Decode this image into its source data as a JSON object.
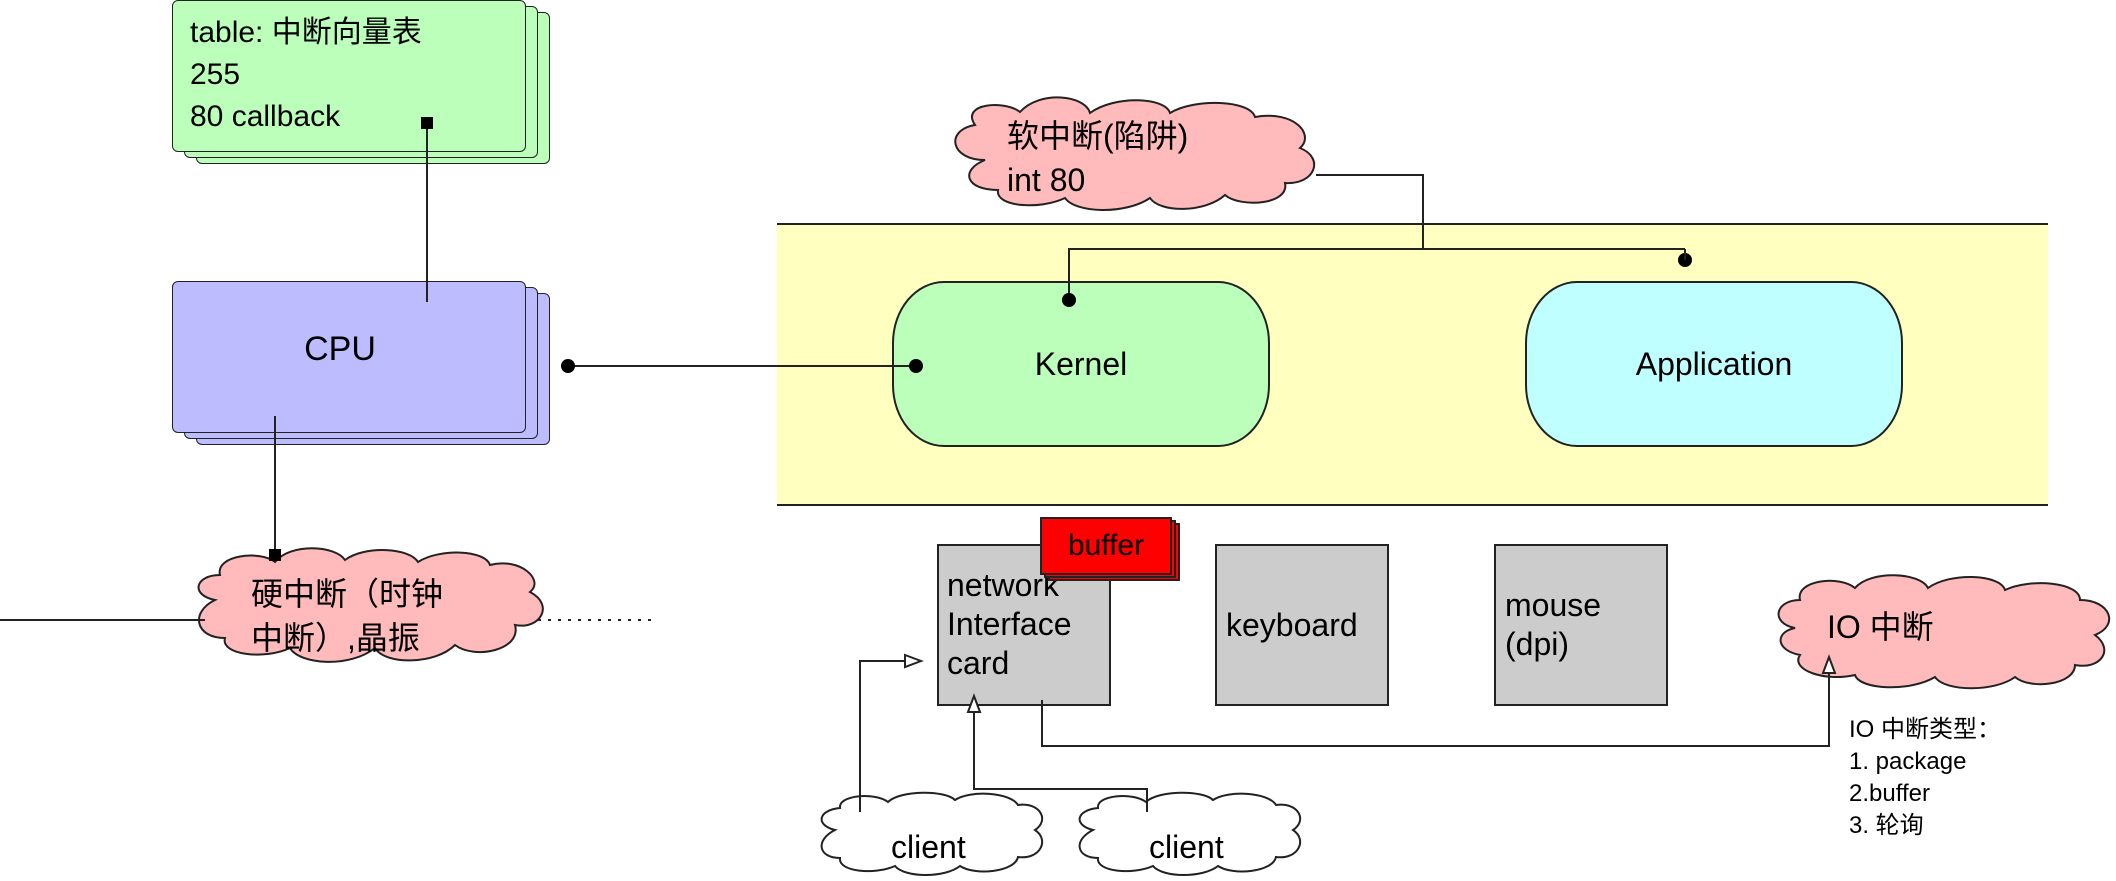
{
  "interrupt_table": {
    "lines": [
      "table: 中断向量表",
      "255",
      "80 callback"
    ]
  },
  "cpu": {
    "label": "CPU"
  },
  "soft_interrupt": {
    "lines": [
      "软中断(陷阱)",
      "int 80"
    ]
  },
  "kernel": {
    "label": "Kernel"
  },
  "application": {
    "label": "Application"
  },
  "hard_interrupt": {
    "lines": [
      "硬中断（时钟",
      "中断）,晶振"
    ]
  },
  "network_card": {
    "lines": [
      "network",
      "Interface",
      "card"
    ]
  },
  "buffer": {
    "label": "buffer"
  },
  "keyboard": {
    "label": "keyboard"
  },
  "mouse": {
    "lines": [
      "mouse",
      "(dpi)"
    ]
  },
  "io_interrupt": {
    "label": "IO 中断"
  },
  "io_types": {
    "lines": [
      "IO 中断类型：",
      "1. package",
      "2.buffer",
      "3. 轮询"
    ]
  },
  "clients": [
    {
      "label": "client"
    },
    {
      "label": "client"
    }
  ],
  "colors": {
    "table_fill": "#bbffbb",
    "cpu_fill": "#bcbcff",
    "userspace_fill": "#ffffc0",
    "kernel_fill": "#bbffbb",
    "application_fill": "#bfffff",
    "cloud_fill": "#ffbbbb",
    "device_fill": "#cccccc",
    "buffer_fill": "#ff0000"
  }
}
